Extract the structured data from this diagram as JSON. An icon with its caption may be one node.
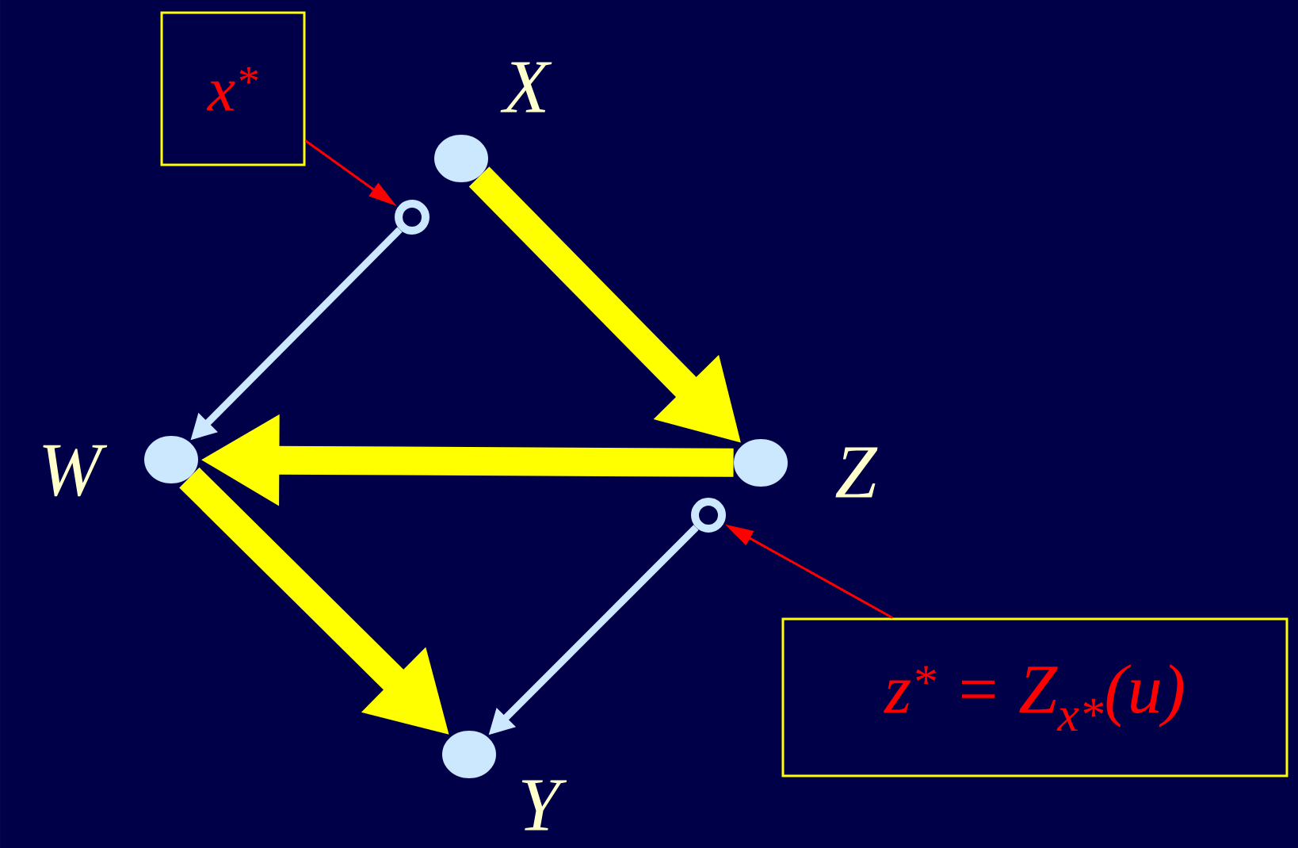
{
  "diagram": {
    "nodes": [
      {
        "text": [
          "x$^{*}$"
        ]
      },
      {
        "text": [],
        "shape": "circle",
        "beside": [
          "X"
        ]
      },
      {
        "text": [],
        "shape": "circle"
      },
      {
        "text": [],
        "shape": "circle",
        "beside": [
          "W"
        ]
      },
      {
        "text": [],
        "shape": "circle",
        "beside": [
          "Z"
        ]
      },
      {
        "text": [],
        "shape": "circle"
      },
      {
        "text": [],
        "shape": "circle",
        "beside": [
          "Y"
        ]
      },
      {
        "text": [
          "z$^{*}$ = Z$_{x*}$(u)"
        ]
      }
    ],
    "edges": [
      {
        "from": 1,
        "to": 4,
        "arrow": "to",
        "style": "thick",
        "color": "#ffff00"
      },
      {
        "from": 4,
        "to": 3,
        "arrow": "to",
        "style": "thick",
        "color": "#ffff00"
      },
      {
        "from": 3,
        "to": 6,
        "arrow": "to",
        "style": "thick",
        "color": "#ffff00"
      },
      {
        "from": 2,
        "to": 3,
        "arrow": "to",
        "color": "#cce8ff"
      },
      {
        "from": 5,
        "to": 6,
        "arrow": "to",
        "color": "#cce8ff"
      },
      {
        "from": 0,
        "to": 2,
        "arrow": "to",
        "color": "#ff0000"
      },
      {
        "from": 7,
        "to": 5,
        "arrow": "to",
        "color": "#ff0000"
      }
    ]
  }
}
